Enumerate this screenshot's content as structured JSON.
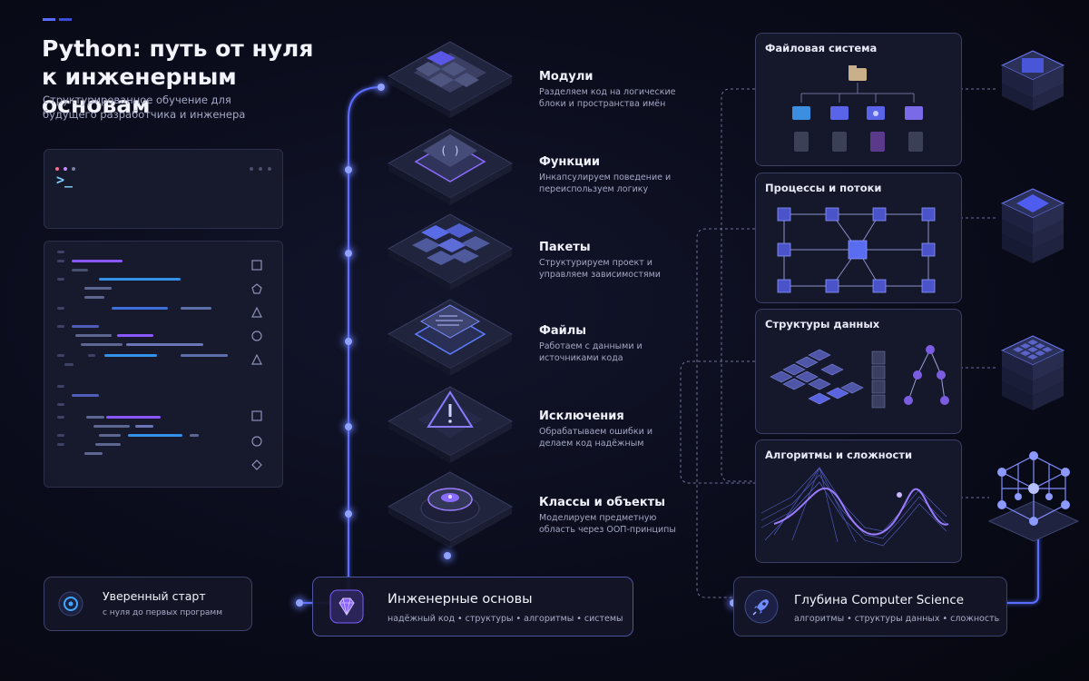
{
  "header": {
    "title_line1": "Python: путь от нуля",
    "title_line2": "к инженерным основам",
    "subtitle": "Структурированное обучение для будущего разработчика и инженера"
  },
  "terminal": {
    "prompt": ">_"
  },
  "steps": [
    {
      "title": "Модули",
      "desc": "Разделяем код на логические блоки и пространства имён",
      "icon": "cubes-icon"
    },
    {
      "title": "Функции",
      "desc": "Инкапсулируем поведение и переиспользуем логику",
      "icon": "function-icon"
    },
    {
      "title": "Пакеты",
      "desc": "Структурируем проект и управляем зависимостями",
      "icon": "package-icon"
    },
    {
      "title": "Файлы",
      "desc": "Работаем с данными и источниками кода",
      "icon": "file-icon"
    },
    {
      "title": "Исключения",
      "desc": "Обрабатываем ошибки и делаем код надёжным",
      "icon": "warning-icon"
    },
    {
      "title": "Классы и объекты",
      "desc": "Моделируем предметную область через ООП-принципы",
      "icon": "class-icon"
    }
  ],
  "cards": [
    {
      "title": "Файловая система",
      "icon": "folder-tree-icon"
    },
    {
      "title": "Процессы и потоки",
      "icon": "network-icon"
    },
    {
      "title": "Структуры данных",
      "icon": "data-structures-icon"
    },
    {
      "title": "Алгоритмы и сложности",
      "icon": "complexity-graph-icon"
    }
  ],
  "bottom": {
    "start": {
      "title": "Уверенный старт",
      "sub": "с нуля до первых программ",
      "icon": "target-icon"
    },
    "core": {
      "title": "Инженерные основы",
      "sub": "надёжный код  •  структуры  •  алгоритмы  •  системы",
      "icon": "gem-icon"
    },
    "cs": {
      "title": "Глубина Computer Science",
      "sub": "алгоритмы  •  структуры данных  •  сложность",
      "icon": "rocket-icon"
    }
  },
  "colors": {
    "accent": "#6f7dff",
    "violet": "#9a6bff",
    "cyan": "#3fa7ff",
    "background": "#080a16"
  }
}
